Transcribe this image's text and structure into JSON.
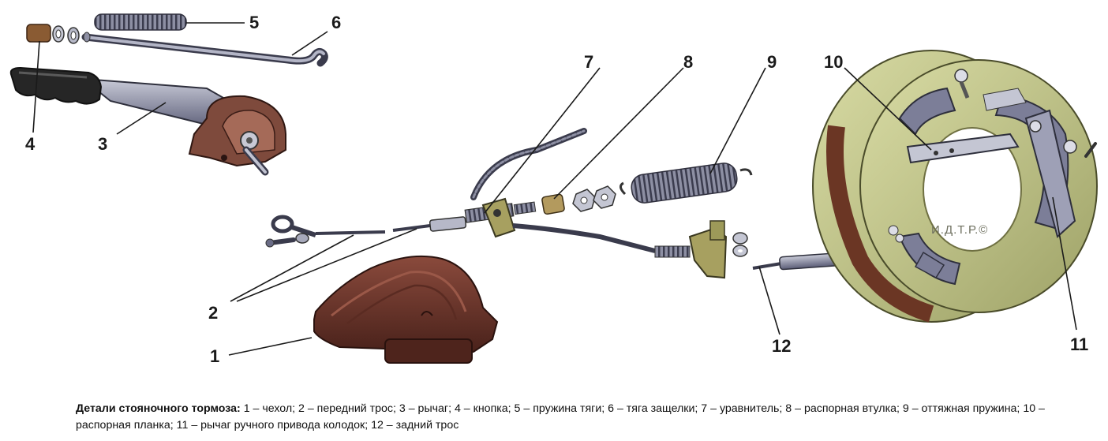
{
  "callouts": [
    {
      "id": "1",
      "text": "1"
    },
    {
      "id": "2",
      "text": "2"
    },
    {
      "id": "3",
      "text": "3"
    },
    {
      "id": "4",
      "text": "4"
    },
    {
      "id": "5",
      "text": "5"
    },
    {
      "id": "6",
      "text": "6"
    },
    {
      "id": "7",
      "text": "7"
    },
    {
      "id": "8",
      "text": "8"
    },
    {
      "id": "9",
      "text": "9"
    },
    {
      "id": "10",
      "text": "10"
    },
    {
      "id": "11",
      "text": "11"
    },
    {
      "id": "12",
      "text": "12"
    }
  ],
  "stamp": "И.Д.Т.Р.©",
  "caption": {
    "title": "Детали стояночного тормоза:",
    "body": " 1 – чехол; 2 – передний трос; 3 – рычаг; 4 – кнопка; 5 – пружина тяги; 6 – тяга защелки; 7 – уравнитель; 8 – распорная втулка; 9 – оттяжная пружина; 10 – распорная планка; 11 – рычаг ручного привода колодок; 12 – задний трос"
  },
  "colors": {
    "rubber": "#2b2b2b",
    "metal": "#6a6c86",
    "metal_light": "#b9bccb",
    "bronze": "#7a4b3a",
    "olive": "#a6a46a",
    "brake_plate": "#c6c98c",
    "boot": "#6e3a2f"
  }
}
